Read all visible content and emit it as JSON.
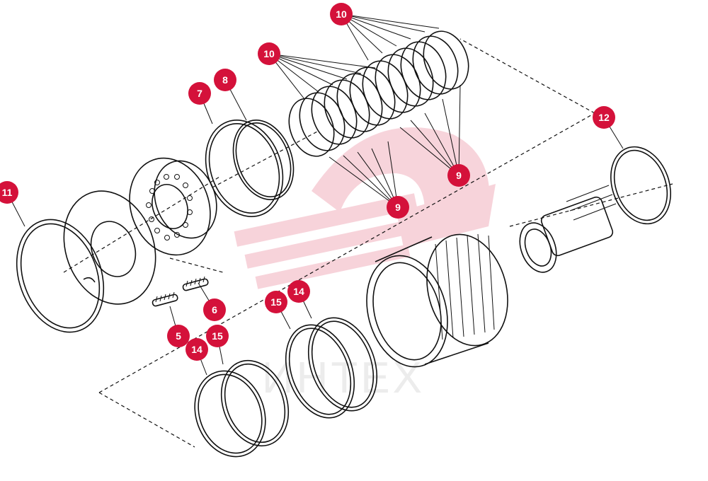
{
  "diagram": {
    "watermark_text": "ИНТЕХ",
    "accent_color": "#d4113a",
    "callouts": {
      "c11": "11",
      "c7": "7",
      "c8": "8",
      "c10a": "10",
      "c10b": "10",
      "c9a": "9",
      "c9b": "9",
      "c12": "12",
      "c5": "5",
      "c6": "6",
      "c14a": "14",
      "c15a": "15",
      "c15b": "15",
      "c14b": "14"
    }
  }
}
